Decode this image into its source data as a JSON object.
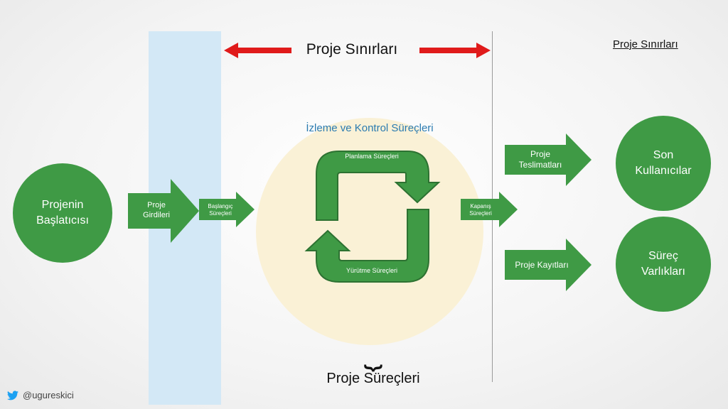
{
  "titles": {
    "boundary_top": "Proje Sınırları",
    "boundary_right": "Proje Sınırları",
    "monitoring": "İzleme ve Kontrol Süreçleri",
    "processes": "Proje Süreçleri"
  },
  "nodes": {
    "initiator": [
      "Projenin",
      "Başlatıcısı"
    ],
    "end_users": [
      "Son",
      "Kullanıcılar"
    ],
    "process_assets": [
      "Süreç",
      "Varlıkları"
    ]
  },
  "arrows": {
    "inputs": [
      "Proje",
      "Girdileri"
    ],
    "initiating": [
      "Başlangıç",
      "Süreçleri"
    ],
    "closing": [
      "Kapanış",
      "Süreçleri"
    ],
    "deliverables": [
      "Proje",
      "Teslimatları"
    ],
    "records": [
      "Proje Kayıtları"
    ]
  },
  "cycle": {
    "planning": "Planlama Süreçleri",
    "executing": "Yürütme Süreçleri"
  },
  "footer": {
    "handle": "@ugureskici",
    "icon": "twitter-bird-icon"
  },
  "colors": {
    "green": "#3f9a45",
    "red": "#e01b1b",
    "band": "#d3e8f6",
    "circle": "#faf1d6",
    "blue_text": "#2b7bb0"
  }
}
